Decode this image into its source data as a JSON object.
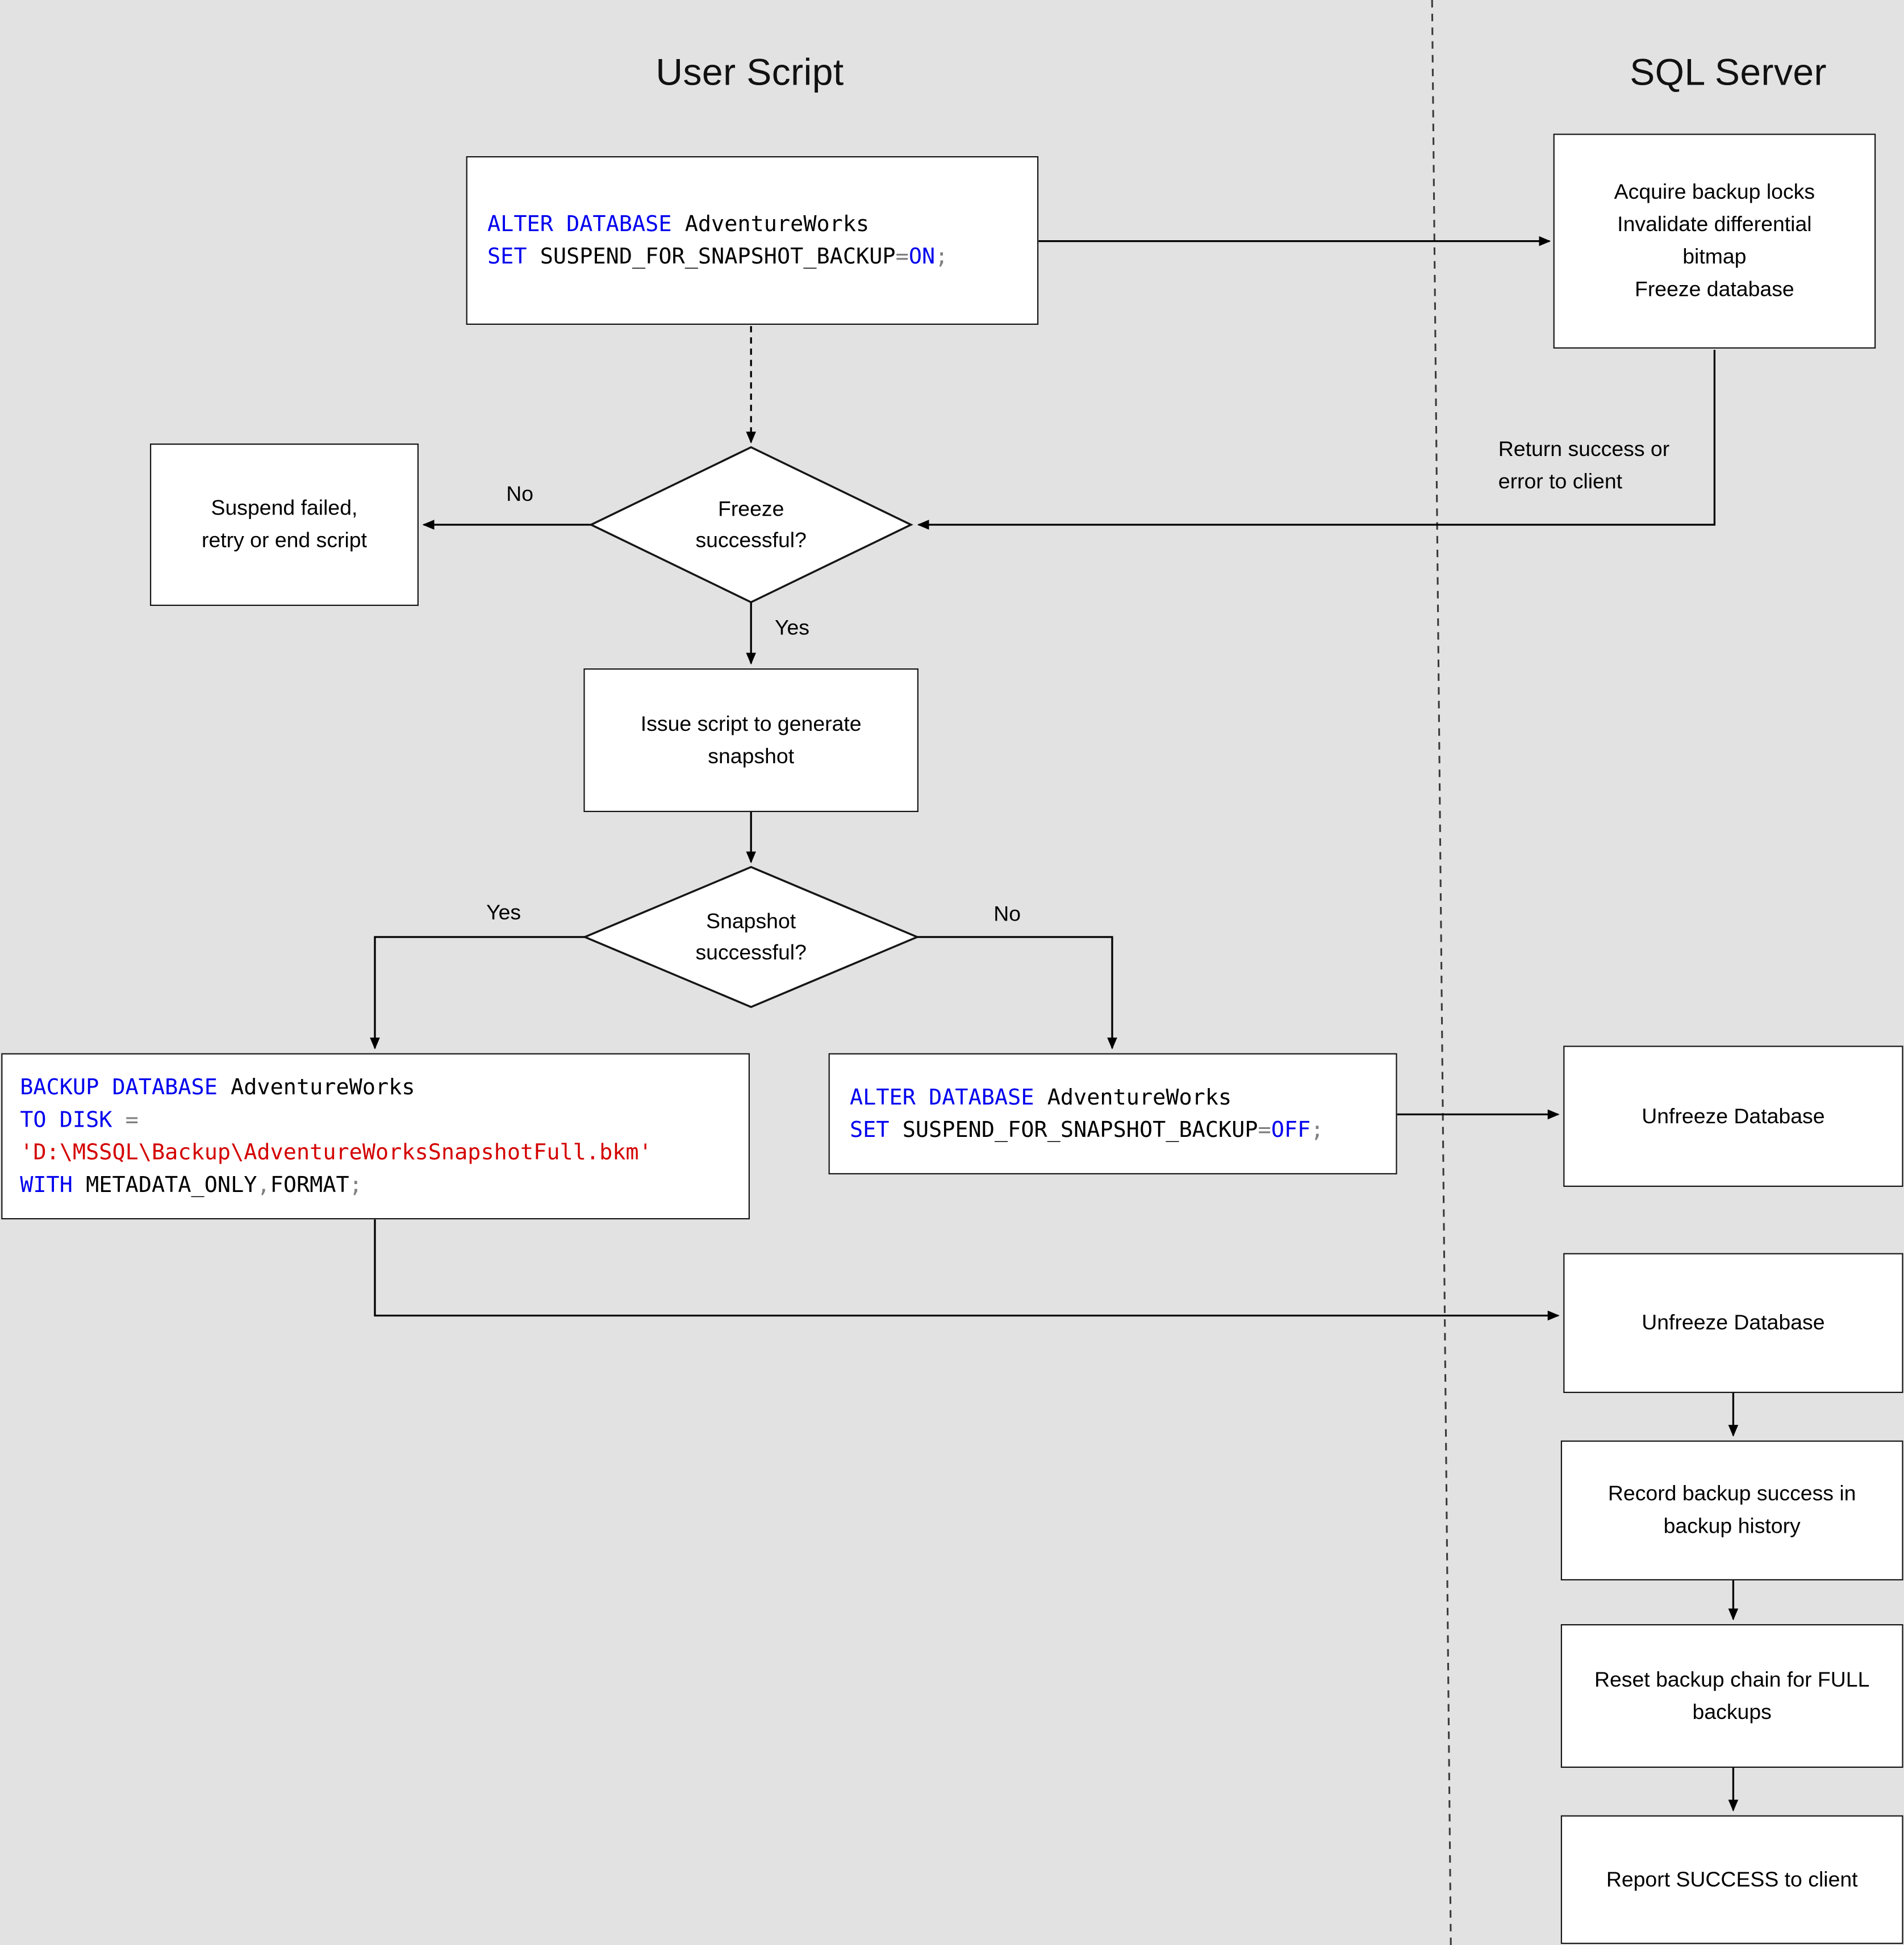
{
  "titles": {
    "left": "User Script",
    "right": "SQL Server"
  },
  "colors": {
    "keyword": "#0000ee",
    "plain": "#000000",
    "string": "#d40000",
    "operator": "#7f7f7f"
  },
  "nodes": {
    "alter_on": {
      "lines": [
        [
          {
            "t": "ALTER DATABASE ",
            "c": "keyword"
          },
          {
            "t": "AdventureWorks",
            "c": "plain"
          }
        ],
        [
          {
            "t": "SET ",
            "c": "keyword"
          },
          {
            "t": "SUSPEND_FOR_SNAPSHOT_BACKUP",
            "c": "plain"
          },
          {
            "t": "=",
            "c": "operator"
          },
          {
            "t": "ON",
            "c": "keyword"
          },
          {
            "t": ";",
            "c": "operator"
          }
        ]
      ]
    },
    "freeze_actions": {
      "text": "Acquire backup locks\nInvalidate differential\nbitmap\nFreeze database"
    },
    "suspend_failed": {
      "text": "Suspend failed,\nretry or end script"
    },
    "freeze_question": {
      "text": "Freeze\nsuccessful?"
    },
    "issue_script": {
      "text": "Issue script to generate\nsnapshot"
    },
    "snapshot_question": {
      "text": "Snapshot\nsuccessful?"
    },
    "backup_metadata": {
      "lines": [
        [
          {
            "t": "BACKUP DATABASE ",
            "c": "keyword"
          },
          {
            "t": "AdventureWorks",
            "c": "plain"
          }
        ],
        [
          {
            "t": "TO DISK ",
            "c": "keyword"
          },
          {
            "t": "=",
            "c": "operator"
          }
        ],
        [
          {
            "t": "'D:\\MSSQL\\Backup\\AdventureWorksSnapshotFull.bkm'",
            "c": "string"
          }
        ],
        [
          {
            "t": "WITH ",
            "c": "keyword"
          },
          {
            "t": "METADATA_ONLY",
            "c": "plain"
          },
          {
            "t": ",",
            "c": "operator"
          },
          {
            "t": "FORMAT",
            "c": "plain"
          },
          {
            "t": ";",
            "c": "operator"
          }
        ]
      ]
    },
    "alter_off": {
      "lines": [
        [
          {
            "t": "ALTER DATABASE ",
            "c": "keyword"
          },
          {
            "t": "AdventureWorks",
            "c": "plain"
          }
        ],
        [
          {
            "t": "SET ",
            "c": "keyword"
          },
          {
            "t": "SUSPEND_FOR_SNAPSHOT_BACKUP",
            "c": "plain"
          },
          {
            "t": "=",
            "c": "operator"
          },
          {
            "t": "OFF",
            "c": "keyword"
          },
          {
            "t": ";",
            "c": "operator"
          }
        ]
      ]
    },
    "unfreeze_1": {
      "text": "Unfreeze Database"
    },
    "unfreeze_2": {
      "text": "Unfreeze Database"
    },
    "record_history": {
      "text": "Record backup success in\nbackup history"
    },
    "reset_chain": {
      "text": "Reset backup chain for FULL\nbackups"
    },
    "report_success": {
      "text": "Report SUCCESS to client"
    }
  },
  "edge_labels": {
    "freeze_no": "No",
    "freeze_yes": "Yes",
    "snapshot_yes": "Yes",
    "snapshot_no": "No",
    "return_note": "Return success or\nerror to client"
  }
}
